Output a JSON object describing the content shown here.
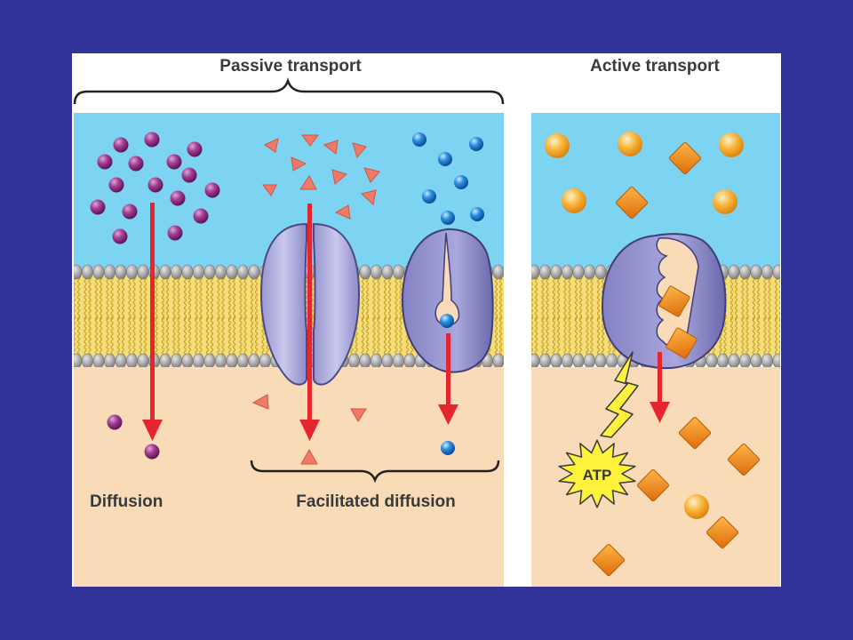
{
  "headings": {
    "passive": "Passive transport",
    "active": "Active transport"
  },
  "labels": {
    "diffusion": "Diffusion",
    "facilitated": "Facilitated diffusion",
    "atp": "ATP"
  },
  "colors": {
    "slide_background": "#333399",
    "card_background": "#ffffff",
    "extracellular_fluid": "#7dd3f2",
    "cytoplasm": "#f9dbb8",
    "phospholipid_head": "#a9a9a9",
    "lipid_tail": "#f2d35e",
    "arrow": "#e5262e",
    "purple_molecule": "#8b2a7a",
    "triangle_molecule": "#f07a68",
    "blue_molecule": "#1874c4",
    "orange_sphere": "#f5a623",
    "orange_diamond": "#f08a1a",
    "protein": "#b1b0dc",
    "atp_burst": "#fff23a",
    "energy_bolt": "#fff23a"
  },
  "icons": {
    "diffusion_molecule": "purple-sphere-icon",
    "facilitated_molecule_1": "triangle-icon",
    "facilitated_molecule_2": "blue-sphere-icon",
    "active_molecule_1": "orange-sphere-icon",
    "active_molecule_2": "orange-diamond-icon",
    "energy": "lightning-bolt-icon"
  }
}
